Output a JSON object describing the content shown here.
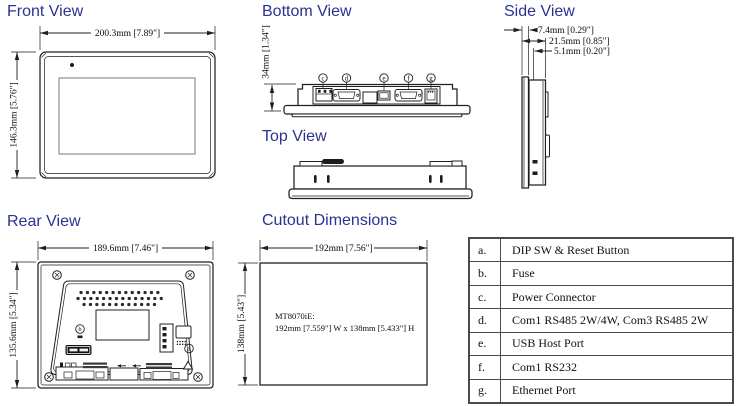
{
  "colors": {
    "title": "#2d3192",
    "line": "#231f20"
  },
  "views": {
    "front": {
      "title": "Front View",
      "dim_width": "200.3mm [7.89\"]",
      "dim_height": "146.3mm [5.76\"]"
    },
    "bottom": {
      "title": "Bottom View",
      "dim_depth": "34mm [1.34\"]",
      "ports": {
        "c": "c",
        "d": "d",
        "e": "e",
        "f": "f",
        "g": "g"
      }
    },
    "side": {
      "title": "Side View",
      "dim_bezel": "7.4mm [0.29\"]",
      "dim_total": "21.5mm [0.85\"]",
      "dim_front": "5.1mm [0.20\"]"
    },
    "top": {
      "title": "Top View"
    },
    "rear": {
      "title": "Rear View",
      "dim_width": "189.6mm [7.46\"]",
      "dim_height": "135.6mm [5.34\"]",
      "callout_a": "a",
      "callout_b": "b"
    },
    "cutout": {
      "title": "Cutout Dimensions",
      "dim_width": "192mm [7.56\"]",
      "dim_height": "138mm [5.43\"]",
      "note_line1": "MT8070iE:",
      "note_line2": "192mm [7.559\"] W x 138mm [5.433\"] H"
    }
  },
  "legend": {
    "rows": [
      {
        "key": "a.",
        "label": "DIP SW & Reset Button"
      },
      {
        "key": "b.",
        "label": "Fuse"
      },
      {
        "key": "c.",
        "label": "Power Connector"
      },
      {
        "key": "d.",
        "label": "Com1 RS485 2W/4W, Com3 RS485 2W"
      },
      {
        "key": "e.",
        "label": "USB Host Port"
      },
      {
        "key": "f.",
        "label": "Com1 RS232"
      },
      {
        "key": "g.",
        "label": "Ethernet Port"
      }
    ]
  }
}
